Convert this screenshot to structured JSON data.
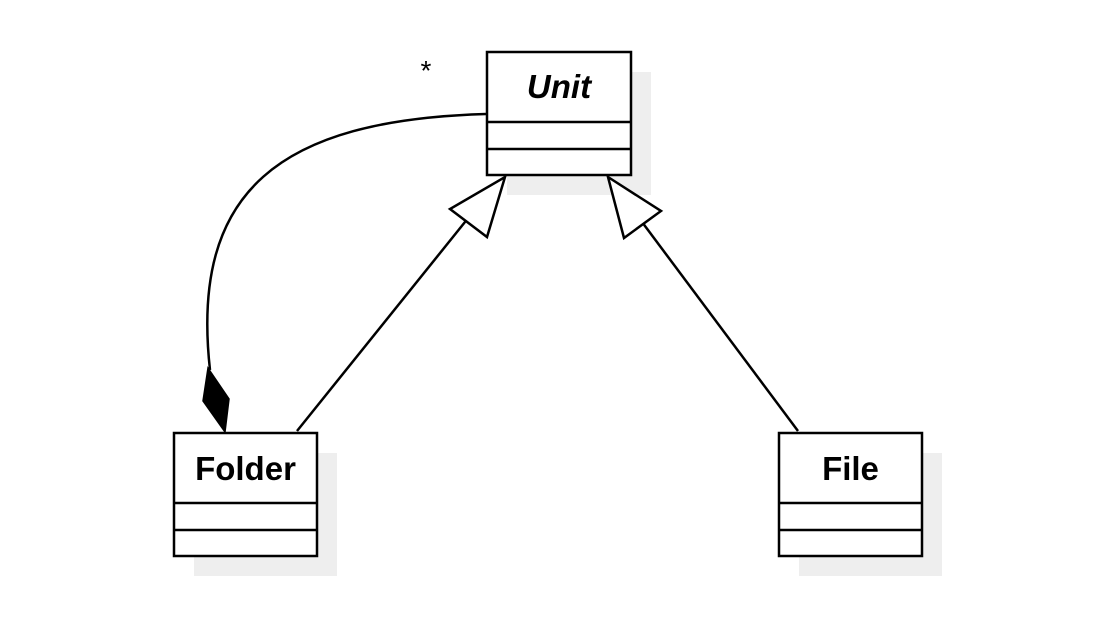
{
  "diagram": {
    "classes": [
      {
        "id": "unit",
        "name": "Unit",
        "abstract": true
      },
      {
        "id": "folder",
        "name": "Folder",
        "abstract": false
      },
      {
        "id": "file",
        "name": "File",
        "abstract": false
      }
    ],
    "relationships": [
      {
        "type": "composition",
        "whole": "Folder",
        "part": "Unit",
        "part_multiplicity": "*"
      },
      {
        "type": "generalization",
        "child": "Folder",
        "parent": "Unit"
      },
      {
        "type": "generalization",
        "child": "File",
        "parent": "Unit"
      }
    ]
  },
  "colors": {
    "line": "#000000",
    "box_fill": "#ffffff",
    "shadow": "#eeeeee"
  }
}
